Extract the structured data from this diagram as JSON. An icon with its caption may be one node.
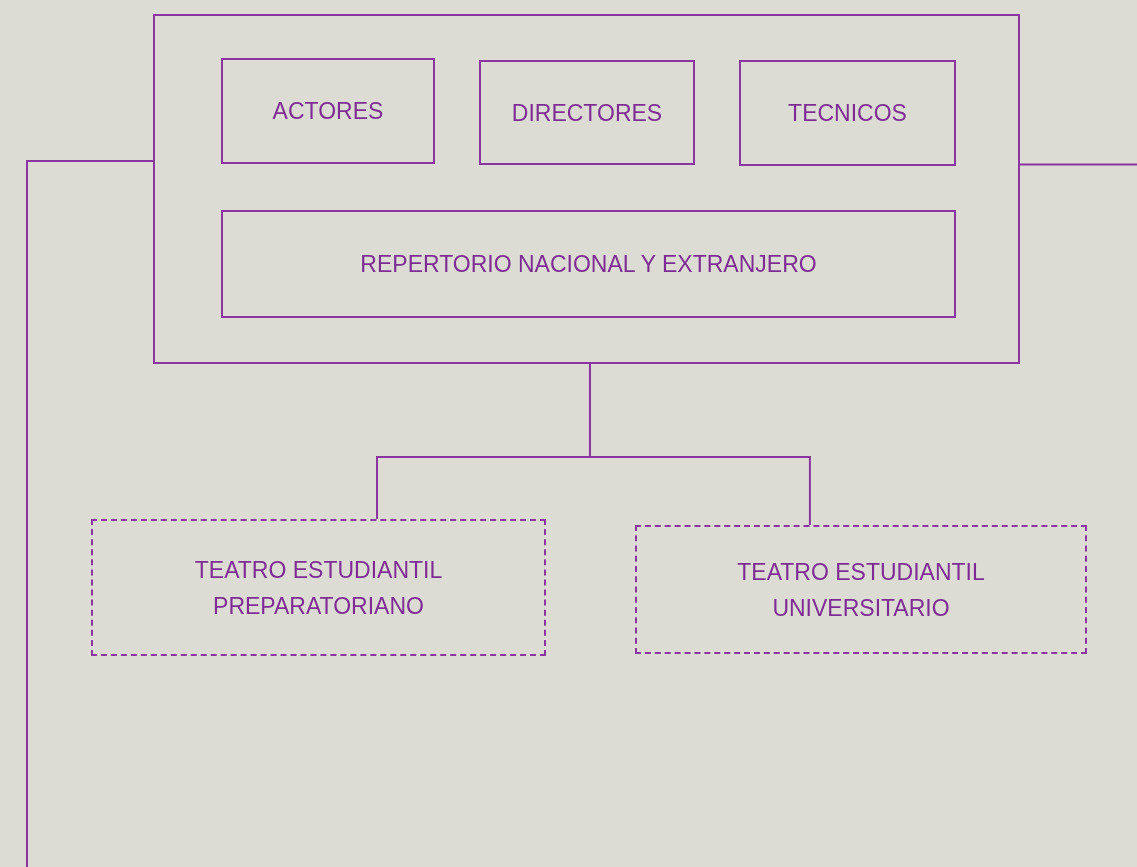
{
  "diagram": {
    "nodes": [
      {
        "text": [],
        "shape": "box"
      },
      {
        "text": [
          "ACTORES"
        ],
        "in": 0
      },
      {
        "text": [
          "DIRECTORES"
        ],
        "in": 0
      },
      {
        "text": [
          "TECNICOS"
        ],
        "in": 0
      },
      {
        "text": [
          "REPERTORIO NACIONAL Y EXTRANJERO"
        ],
        "in": 0
      },
      {
        "text": [
          "TEATRO ESTUDIANTIL PREPARATORIANO"
        ]
      },
      {
        "text": [
          "TEATRO ESTUDIANTIL UNIVERSITARIO"
        ]
      }
    ],
    "edges": [
      {
        "from": 0,
        "to": 5,
        "arrow": "none"
      },
      {
        "from": 0,
        "to": 6,
        "arrow": "none"
      },
      {
        "from": 0,
        "to": null,
        "arrow": "none"
      },
      {
        "from": 0,
        "to": null,
        "arrow": "none"
      }
    ]
  }
}
